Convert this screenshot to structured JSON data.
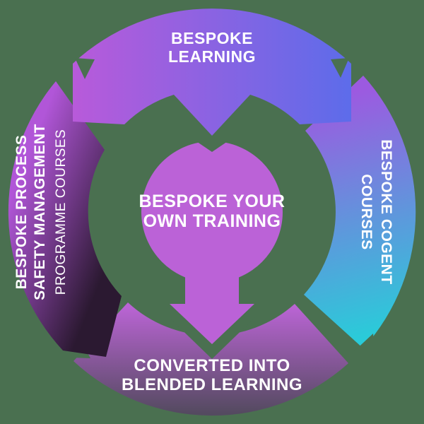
{
  "background_color": "#4a7050",
  "diagram": {
    "title_semantic": "bespoke-training-cycle",
    "text_color": "#ffffff",
    "center": {
      "line1": "BESPOKE YOUR",
      "line2": "OWN TRAINING",
      "fill": "#bb62d7"
    },
    "top": {
      "line1": "BESPOKE",
      "line2": "LEARNING",
      "gradient_from": "#b95ada",
      "gradient_to": "#5c6cea"
    },
    "right": {
      "line1": "BESPOKE COGENT",
      "line2": "COURSES",
      "gradient_from": "#9c5ae0",
      "gradient_to": "#2acbd9"
    },
    "bottom": {
      "line1": "CONVERTED INTO",
      "line2": "BLENDED LEARNING",
      "gradient_from": "#b964d3",
      "gradient_to": "#544a60"
    },
    "left": {
      "line1": "BESPOKE PROCESS",
      "line2": "SAFETY MANAGEMENT",
      "line3": "PROGRAMME COURSES",
      "gradient_from": "#b156d8",
      "gradient_to": "#2b1931"
    }
  }
}
